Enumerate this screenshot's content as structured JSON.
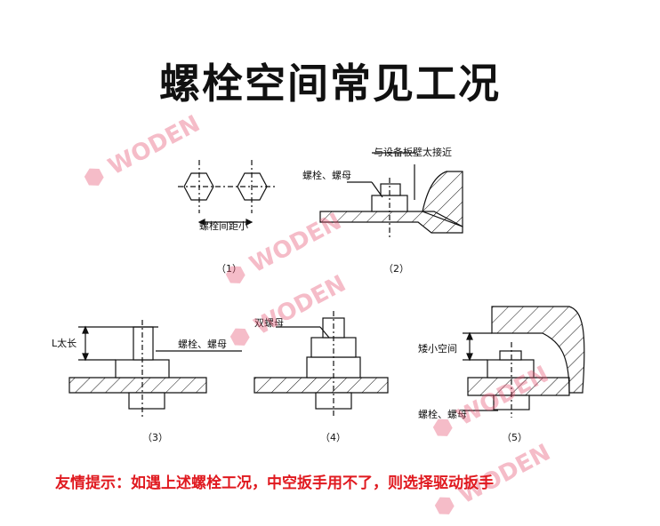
{
  "title": "螺栓空间常见工况",
  "watermark": "WODEN",
  "figures": {
    "f1": {
      "number": "（1）",
      "label": "螺栓间距小"
    },
    "f2": {
      "number": "（2）",
      "label_top": "与设备板壁太接近",
      "label_bolt": "螺栓、螺母"
    },
    "f3": {
      "number": "（3）",
      "label_length": "L太长",
      "label_bolt": "螺栓、螺母"
    },
    "f4": {
      "number": "（4）",
      "label": "双螺母"
    },
    "f5": {
      "number": "（5）",
      "label_space": "矮小空间",
      "label_bolt": "螺栓、螺母"
    }
  },
  "tip": "友情提示：如遇上述螺栓工况，中空扳手用不了，则选择驱动扳手",
  "colors": {
    "tip": "#e0191f",
    "watermark": "#e6506e"
  }
}
